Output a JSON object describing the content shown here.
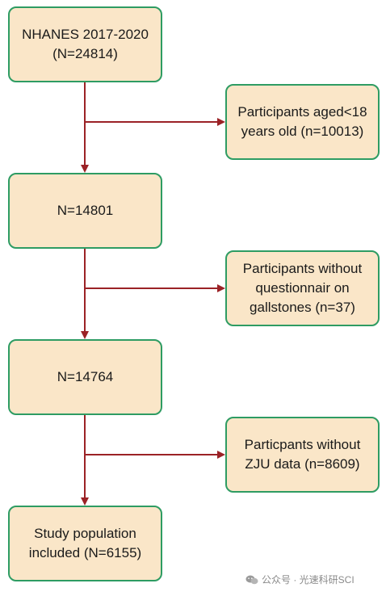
{
  "colors": {
    "box_fill": "#fae6c8",
    "box_border": "#2e9c63",
    "arrow": "#9b2226"
  },
  "boxes": {
    "main_1": [
      "NHANES 2017-2020",
      "(N=24814)"
    ],
    "excl_1": [
      "Participants aged<18",
      "years old (n=10013)"
    ],
    "main_2": [
      "N=14801"
    ],
    "excl_2": [
      "Participants without",
      "questionnair on",
      "gallstones (n=37)"
    ],
    "main_3": [
      "N=14764"
    ],
    "excl_3": [
      "Particpants without",
      "ZJU data (n=8609)"
    ],
    "main_4": [
      "Study population",
      "included (N=6155)"
    ]
  },
  "watermark": {
    "icon": "wechat-icon",
    "text": "公众号 · 光速科研SCI"
  }
}
